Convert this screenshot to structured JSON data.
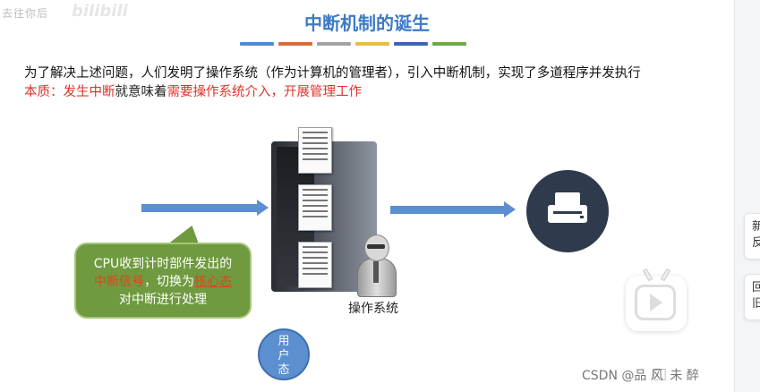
{
  "watermark": {
    "channel": "去往你后",
    "logo": "bilibili"
  },
  "slide": {
    "title": "中断机制的诞生",
    "color_bars": [
      "#4f8bd6",
      "#d96b3a",
      "#a3a3a3",
      "#e8bf3c",
      "#3e65b3",
      "#6fa849"
    ],
    "line1": "为了解决上述问题，人们发明了操作系统（作为计算机的管理者），引入中断机制，实现了多道程序并发执行",
    "line2": {
      "part1": "本质：发生中断",
      "part2": "就意味着",
      "part3": "需要操作系统介入，开展管理工作"
    },
    "bubble": {
      "line1": "CPU收到计时部件发出的",
      "line2_orange": "中断信号",
      "line2_sep": "，切换为",
      "line2_kernel": "核心态",
      "line3": "对中断进行处理"
    },
    "os_label": "操作系统",
    "user_mode": {
      "line1": "用",
      "line2": "户",
      "line3": "态"
    }
  },
  "side_panel": {
    "card1": {
      "top": "新",
      "bottom": "反"
    },
    "card2": {
      "top": "回",
      "bottom": "旧"
    }
  },
  "footer": {
    "csdn_watermark": "CSDN @品 风 ⃞ 未 醉",
    "cut_text": "…"
  },
  "colors": {
    "title": "#3e79c6",
    "emphasis_red": "#e0322c",
    "bubble_green": "#6f9a3f",
    "arrow_blue": "#5b8fcf"
  }
}
